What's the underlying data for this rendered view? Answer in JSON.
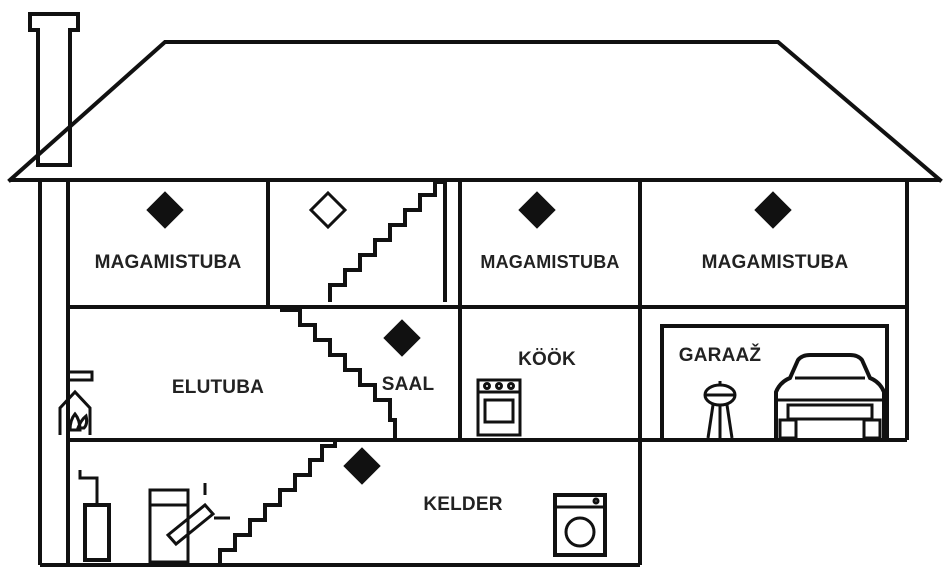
{
  "rooms": {
    "bedroom_1": {
      "label": "MAGAMISTUBA",
      "marker": "filled-diamond"
    },
    "stairwell_top": {
      "label": "",
      "marker": "hollow-diamond"
    },
    "bedroom_2": {
      "label": "MAGAMISTUBA",
      "marker": "filled-diamond"
    },
    "bedroom_3": {
      "label": "MAGAMISTUBA",
      "marker": "filled-diamond"
    },
    "living_room": {
      "label": "ELUTUBA",
      "marker": "none"
    },
    "hall": {
      "label": "SAAL",
      "marker": "filled-diamond"
    },
    "kitchen": {
      "label": "KÖÖK",
      "marker": "none"
    },
    "garage": {
      "label": "GARAAŽ",
      "marker": "none"
    },
    "basement": {
      "label": "KELDER",
      "marker": "filled-diamond"
    }
  },
  "colors": {
    "line": "#111111",
    "background": "#ffffff"
  },
  "icons": [
    "chimney-icon",
    "fireplace-icon",
    "stove-icon",
    "grill-icon",
    "car-icon",
    "furnace-icon",
    "water-heater-icon",
    "washing-machine-icon"
  ]
}
